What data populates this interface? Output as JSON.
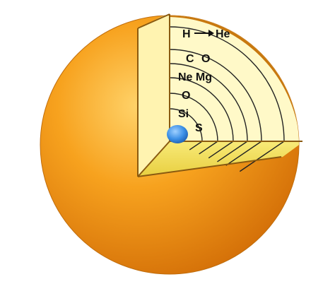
{
  "diagram": {
    "layers": [
      {
        "label": "H",
        "arrow": true,
        "label2": "He"
      },
      {
        "label": "C O"
      },
      {
        "label": "Ne Mg"
      },
      {
        "label": "O"
      },
      {
        "label": "Si"
      },
      {
        "label": "S"
      }
    ],
    "colors": {
      "sphere_light": "#ffc24a",
      "sphere_mid": "#f7a21e",
      "sphere_dark": "#d97a0c",
      "cutaway_face": "#fff7c0",
      "cutaway_side": "#f5e76a",
      "shell_line": "#222222",
      "core": "#3b8fe6",
      "rim": "#b46a10"
    }
  }
}
